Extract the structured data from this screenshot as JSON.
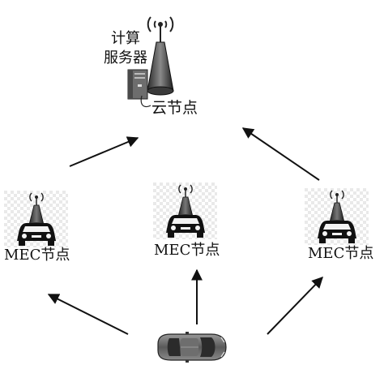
{
  "server": {
    "line1": "计算",
    "line2": "服务器"
  },
  "cloud_node": {
    "label": "云节点"
  },
  "mec_nodes": [
    {
      "prefix": "MEC",
      "suffix": "节点"
    },
    {
      "prefix": "MEC",
      "suffix": "节点"
    },
    {
      "prefix": "MEC",
      "suffix": "节点"
    }
  ]
}
